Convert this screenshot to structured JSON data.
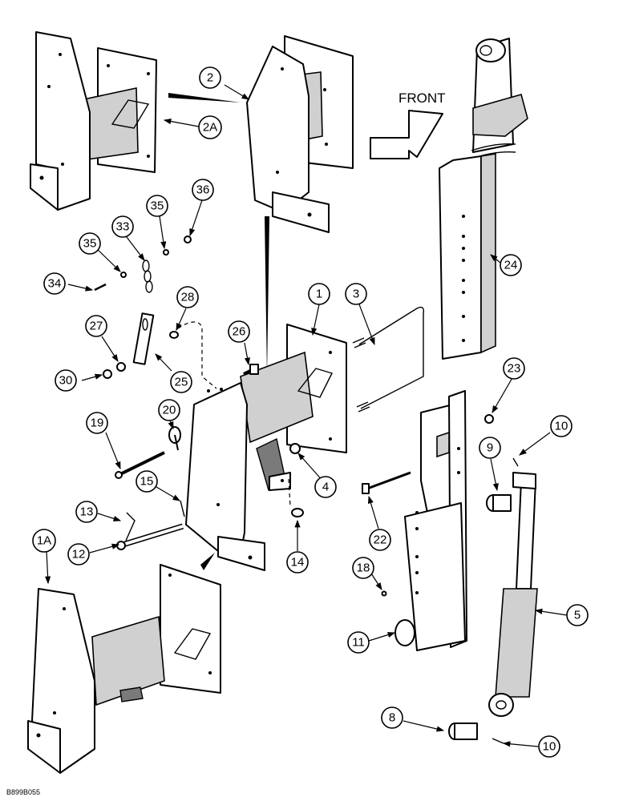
{
  "diagram": {
    "direction_label": "FRONT",
    "drawing_code": "B899B055",
    "callouts": [
      "1",
      "1A",
      "2",
      "2A",
      "3",
      "4",
      "5",
      "8",
      "9",
      "10",
      "10",
      "11",
      "12",
      "13",
      "14",
      "15",
      "18",
      "19",
      "20",
      "22",
      "23",
      "24",
      "25",
      "26",
      "27",
      "28",
      "30",
      "33",
      "34",
      "35",
      "35",
      "36"
    ]
  }
}
